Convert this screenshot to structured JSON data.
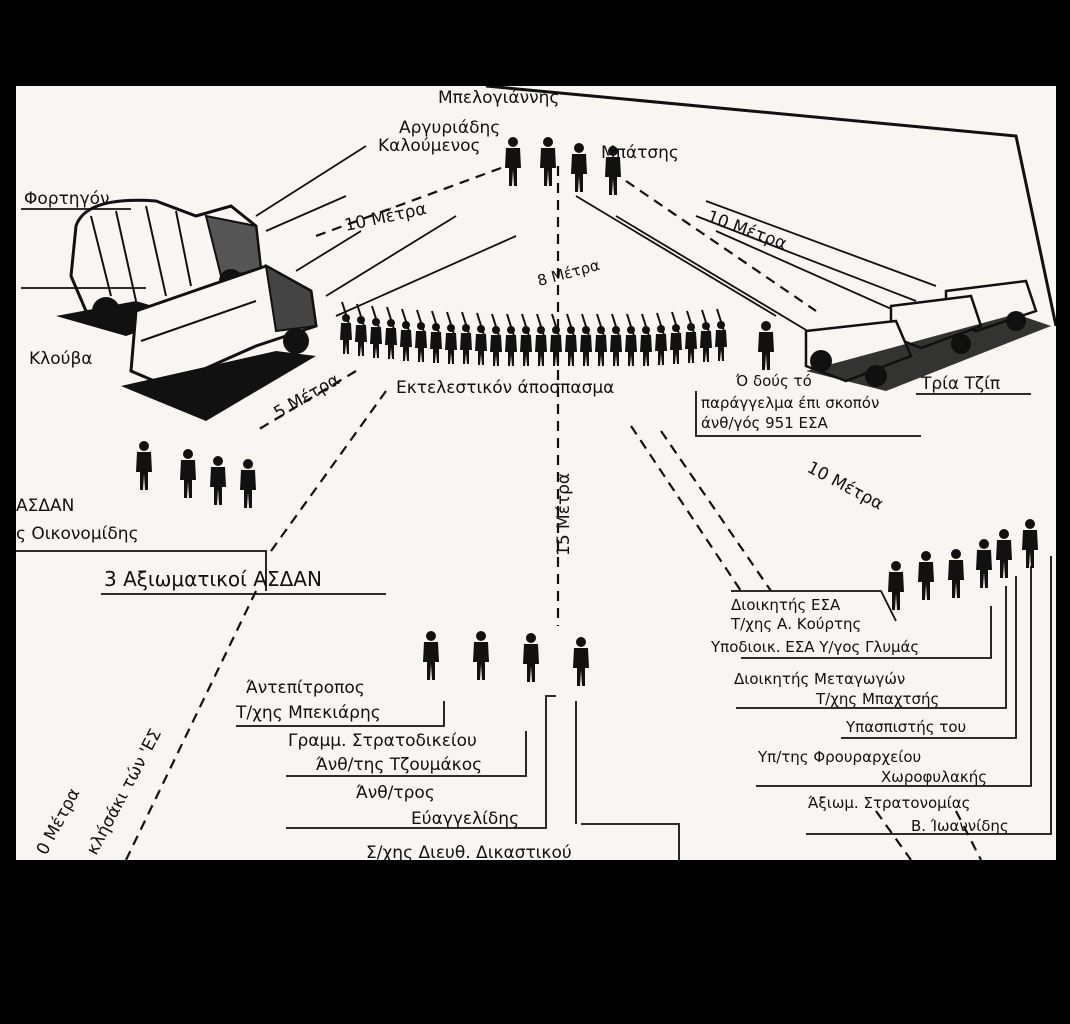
{
  "diagram": {
    "executed": {
      "name_1": "Μπελογιάννης",
      "name_2": "Αργυριάδης",
      "name_3": "Καλούμενος",
      "name_4": "Μπάτσης"
    },
    "vehicles": {
      "truck": "Φορτηγόν",
      "cage": "Κλούβα",
      "jeeps": "Τρία Τζίπ"
    },
    "distances": {
      "trucks_to_condemned": "10 Μέτρα",
      "jeeps_to_condemned": "10 Μέτρα",
      "squad_to_condemned": "8 Μέτρα",
      "asdan_to_squad": "5 Μέτρα",
      "officials_to_condemned": "15 Μέτρα",
      "esa_group": "10 Μέτρα",
      "bottom_left": "0 Μέτρα",
      "bottom_left_2": "κλήσάκι τών 'ΕΣ"
    },
    "firing_squad": {
      "label": "Εκτελεστικόν άποσπασμα",
      "commander_line1": "Ό δούς τό",
      "commander_line2": "παράγγελμα έπι σκοπόν",
      "commander_line3": "άνθ/γός 951 ΕΣΑ"
    },
    "asdan": {
      "line1": "ΑΣΔΑΝ",
      "line2": "ς Οικονομίδης",
      "group": "3 Αξιωματικοί ΑΣΔΑΝ"
    },
    "officials": {
      "line1": "Άντεπίτροπος",
      "line2": "Τ/χης Μπεκιάρης",
      "line3": "Γραμμ. Στρατοδικείου",
      "line4": "Άνθ/της Τζουμάκος",
      "line5": "Άνθ/τρος",
      "line6": "Εύαγγελίδης",
      "line7": "Σ/χης Διευθ. Δικαστικού"
    },
    "esa": {
      "line1": "Διοικητής ΕΣΑ",
      "line2": "Τ/χης Α. Κούρτης",
      "line3": "Υποδιοικ. ΕΣΑ Υ/γος Γλυμάς",
      "line4": "Διοικητής Μεταγωγών",
      "line5": "Τ/χης Μπαχτσής",
      "line6": "Υπασπιστής του",
      "line7": "Υπ/της Φρουραρχείου",
      "line8": "Χωροφυλακής",
      "line9": "Άξιωμ. Στρατονομίας",
      "line10": "Β. Ίωαννίδης"
    }
  }
}
